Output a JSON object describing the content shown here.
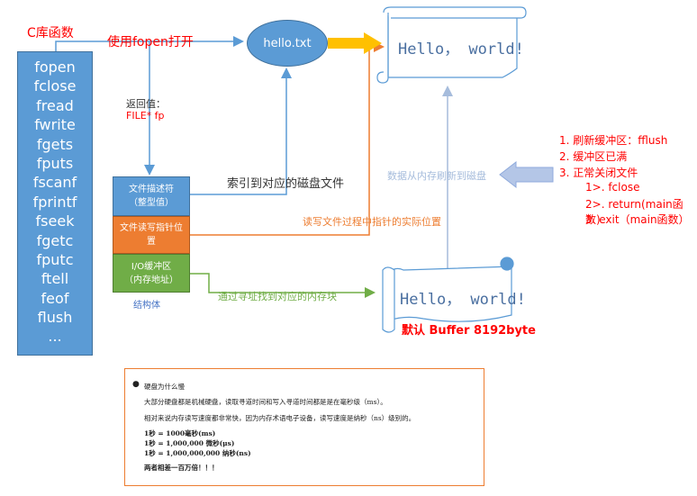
{
  "header": {
    "clib_label": "C库函数"
  },
  "functions": [
    "fopen",
    "fclose",
    "fread",
    "fwrite",
    "fgets",
    "fputs",
    "fscanf",
    "fprintf",
    "fseek",
    "fgetc",
    "fputc",
    "ftell",
    "feof",
    "flush",
    "..."
  ],
  "edges": {
    "fopen_label": "使用fopen打开",
    "return_label": "返回值：",
    "fp_label": "FILE* fp",
    "index_label": "索引到对应的磁盘文件",
    "rw_label": "读写文件过程中指针的实际位置",
    "addr_label": "通过寻址找到对应的内存块",
    "flush_label": "数据从内存刷新到磁盘"
  },
  "file_node": {
    "label": "hello.txt"
  },
  "disk_scroll": {
    "text": "Hello， world!"
  },
  "buffer_scroll": {
    "text": "Hello， world!",
    "caption": "默认 Buffer 8192byte"
  },
  "struct": {
    "fd_label_1": "文件描述符",
    "fd_label_2": "（整型值）",
    "ptr_label_1": "文件读写指针位",
    "ptr_label_2": "置",
    "buf_label_1": "I/O缓冲区",
    "buf_label_2": "（内存地址）",
    "caption": "结构体"
  },
  "conditions": {
    "c1": "1. 刷新缓冲区：fflush",
    "c2": "2. 缓冲区已满",
    "c3": "3. 正常关闭文件",
    "c3a": "1>. fclose",
    "c3b": "2>. return(main函数)",
    "c3c": "3. exit（main函数）"
  },
  "note": {
    "bullet": "●",
    "title": "硬盘为什么慢",
    "line1": "大部分硬盘都是机械硬盘，读取寻道时间和写入寻道时间都是是在毫秒级（ms）。",
    "line2": "相对来说内存读写速度都非常快，因为内存术语电子设备，读写速度是纳秒（ns）级别的。",
    "line3": "1秒 = 1000毫秒(ms)",
    "line4": "1秒 = 1,000,000 微秒(μs)",
    "line5": "1秒 = 1,000,000,000 纳秒(ns)",
    "line6": "两者相差一百万倍！！！"
  },
  "colors": {
    "blue": "#5b9bd5",
    "orange": "#ed7d31",
    "green": "#70ad47",
    "red": "#ff0000",
    "gold": "#ffc000"
  }
}
